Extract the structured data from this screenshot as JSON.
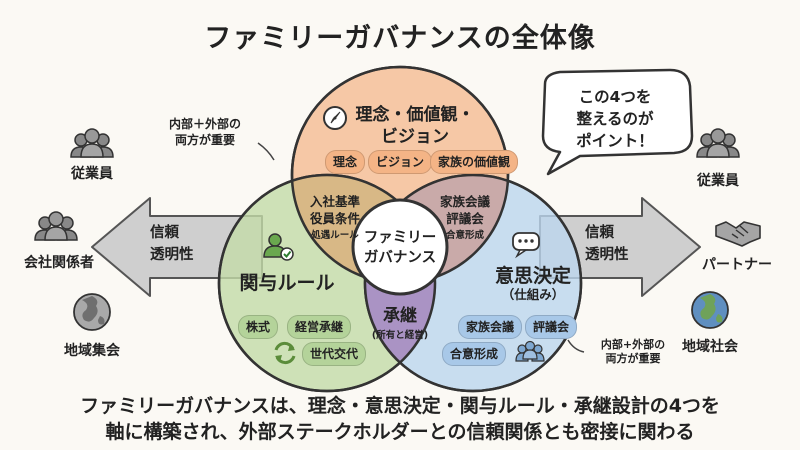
{
  "title": "ファミリーガバナンスの全体像",
  "speech_bubble": {
    "line1": "この4つを",
    "line2": "整えるのが",
    "line3": "ポイント！"
  },
  "note_top_left": {
    "line1": "内部＋外部の",
    "line2": "両方が重要"
  },
  "note_bottom_right": {
    "line1": "内部+外部の",
    "line2": "両方が重要"
  },
  "left_stakeholders": {
    "employees": "従業員",
    "related_companies": "会社関係者",
    "community": "地域集会"
  },
  "right_stakeholders": {
    "employees": "従業員",
    "partners": "パートナー",
    "community": "地域社会"
  },
  "left_arrow": {
    "line1": "信頼",
    "line2": "透明性"
  },
  "right_arrow": {
    "line1": "信頼",
    "line2": "透明性"
  },
  "circles": {
    "philosophy": {
      "title_line1": "理念・価値観・",
      "title_line2": "ビジョン",
      "chips": [
        "理念",
        "ビジョン",
        "家族の価値観"
      ],
      "color": "#f5c098"
    },
    "rules": {
      "title": "関与ルール",
      "chips": [
        "株式",
        "経営承継",
        "世代交代"
      ],
      "color": "#c3dba8"
    },
    "decision": {
      "title": "意思決定",
      "subtitle": "（仕組み）",
      "chips": [
        "家族会議",
        "評議会",
        "合意形成"
      ],
      "color": "#bcd6ee"
    }
  },
  "overlaps": {
    "philosophy_rules": {
      "line1": "入社基準",
      "line2": "役員条件",
      "line3": "処遇ルール"
    },
    "philosophy_decision": {
      "line1": "家族会議",
      "line2": "評議会",
      "line3": "合意形成"
    },
    "succession": {
      "title": "承継",
      "subtitle": "(所有と経営)"
    }
  },
  "center": {
    "line1": "ファミリー",
    "line2": "ガバナンス"
  },
  "footer": {
    "line1": "ファミリーガバナンスは、理念・意思決定・関与ルール・承継設計の4つを",
    "line2": "軸に構築され、外部ステークホルダーとの信頼関係とも密接に関わる"
  },
  "icons": [
    "compass-icon",
    "person-check-icon",
    "chat-icon",
    "cycle-icon",
    "group-icon",
    "people-icon",
    "handshake-icon",
    "globe-icon"
  ]
}
